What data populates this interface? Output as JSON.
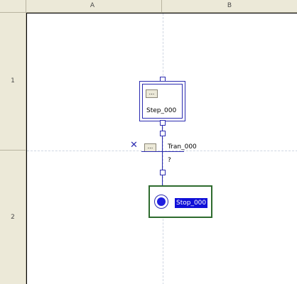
{
  "ruler": {
    "columns": [
      "A",
      "B"
    ],
    "rows": [
      "1",
      "2"
    ]
  },
  "step": {
    "name": "Step_000",
    "action_button": "..."
  },
  "transition": {
    "name": "Tran_000",
    "condition": "?",
    "action_button": "...",
    "marker_icon": "x-icon"
  },
  "stop": {
    "name": "Stop_000",
    "icon": "stop-circle-icon"
  },
  "colors": {
    "wire": "#2b2bb0",
    "stop_border": "#2e6b2e",
    "selection": "#1010d8",
    "ruler_bg": "#ece9d8"
  }
}
